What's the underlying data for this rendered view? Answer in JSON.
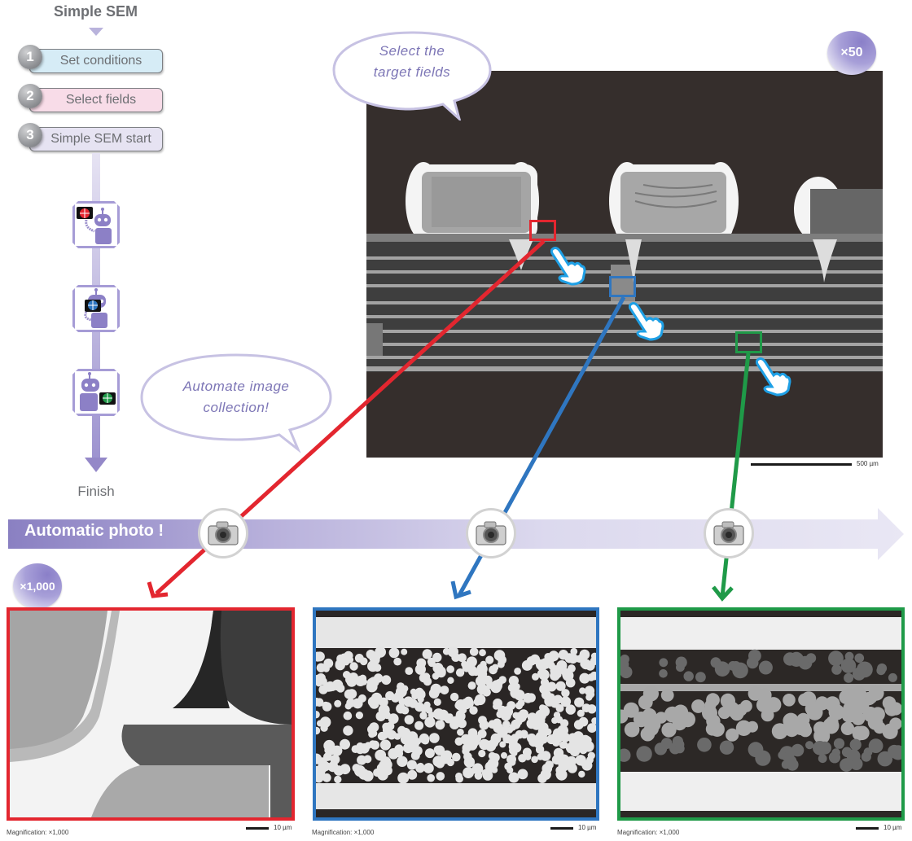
{
  "flow": {
    "title": "Simple SEM",
    "steps": [
      {
        "number": "1",
        "label": "Set conditions",
        "color": "#d6ecf6"
      },
      {
        "number": "2",
        "label": "Select fields",
        "color": "#f8dce8"
      },
      {
        "number": "3",
        "label": "Simple SEM start",
        "color": "#e6e3f2"
      }
    ],
    "robot_steps": [
      {
        "target_color": "#e3262f",
        "description": "robot photographing red field"
      },
      {
        "target_color": "#2f76c0",
        "description": "robot photographing blue field"
      },
      {
        "target_color": "#1f9a48",
        "description": "robot photographing green field"
      }
    ],
    "finish_label": "Finish"
  },
  "bubbles": {
    "select": {
      "line1": "Select the",
      "line2": "target fields"
    },
    "automate": {
      "line1": "Automate image",
      "line2": "collection!"
    }
  },
  "overview": {
    "magnification": "×50",
    "scale_label": "500 µm",
    "fields": [
      {
        "name": "red",
        "color": "#e3262f"
      },
      {
        "name": "blue",
        "color": "#2f76c0"
      },
      {
        "name": "green",
        "color": "#1f9a48"
      }
    ]
  },
  "band": {
    "label": "Automatic photo !",
    "camera_count": 3
  },
  "details": {
    "magnification_badge": "×1,000",
    "panels": [
      {
        "name": "red",
        "color": "#e3262f",
        "mag_text": "Magnification: ×1,000",
        "scale_label": "10 µm"
      },
      {
        "name": "blue",
        "color": "#2f76c0",
        "mag_text": "Magnification: ×1,000",
        "scale_label": "10 µm"
      },
      {
        "name": "green",
        "color": "#1f9a48",
        "mag_text": "Magnification: ×1,000",
        "scale_label": "10 µm"
      }
    ]
  }
}
